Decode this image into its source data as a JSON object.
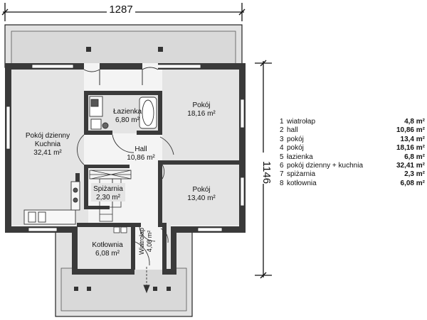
{
  "dimensions": {
    "width_label": "1287",
    "height_label": "1146"
  },
  "rooms": [
    {
      "name": "Pokój dzienny\nKuchnia",
      "area": "32,41 m²"
    },
    {
      "name": "Łazienka",
      "area": "6,80 m²"
    },
    {
      "name": "Pokój",
      "area": "18,16 m²"
    },
    {
      "name": "Hall",
      "area": "10,86 m²"
    },
    {
      "name": "Spiżarnia",
      "area": "2,30 m²"
    },
    {
      "name": "Pokój",
      "area": "13,40 m²"
    },
    {
      "name": "Kotłownia",
      "area": "6,08 m²"
    },
    {
      "name": "Wiatrołap",
      "area": "4,08 m²"
    }
  ],
  "legend": [
    {
      "num": "1",
      "name": "wiatrołap",
      "area": "4,8 m²"
    },
    {
      "num": "2",
      "name": "hall",
      "area": "10,86 m²"
    },
    {
      "num": "3",
      "name": "pokój",
      "area": "13,4 m²"
    },
    {
      "num": "4",
      "name": "pokój",
      "area": "18,16 m²"
    },
    {
      "num": "5",
      "name": "łazienka",
      "area": "6,8 m²"
    },
    {
      "num": "6",
      "name": "pokój dzienny + kuchnia",
      "area": "32,41 m²"
    },
    {
      "num": "7",
      "name": "spiżarnia",
      "area": "2,3 m²"
    },
    {
      "num": "8",
      "name": "kotłownia",
      "area": "6,08 m²"
    }
  ]
}
